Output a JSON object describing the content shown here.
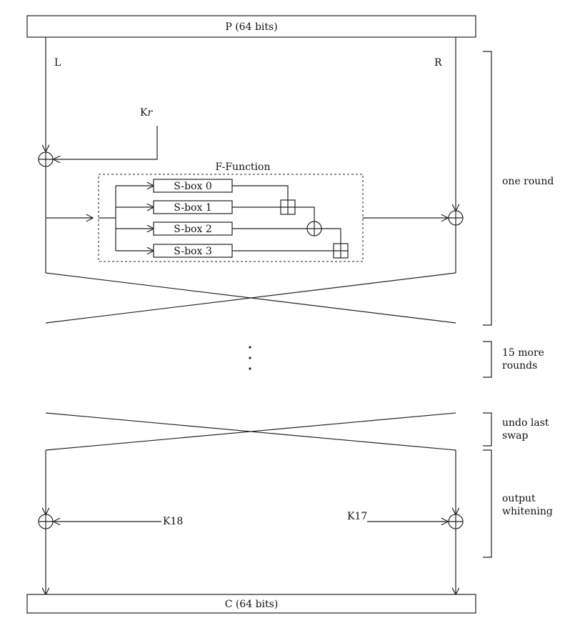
{
  "plaintext_label": "P (64 bits)",
  "ciphertext_label": "C (64 bits)",
  "left_half_label": "L",
  "right_half_label": "R",
  "round_key_label": "K",
  "round_key_suffix": "r",
  "f_function_label": "F-Function",
  "sboxes": [
    "S-box 0",
    "S-box 1",
    "S-box 2",
    "S-box 3"
  ],
  "continuation_dots": "⋮",
  "whitening_key_left": "K18",
  "whitening_key_right": "K17",
  "braces": {
    "one_round": [
      "one round"
    ],
    "more_rounds": [
      "15 more",
      "rounds"
    ],
    "undo_swap": [
      "undo last",
      "swap"
    ],
    "output_whitening": [
      "output",
      "whitening"
    ]
  }
}
